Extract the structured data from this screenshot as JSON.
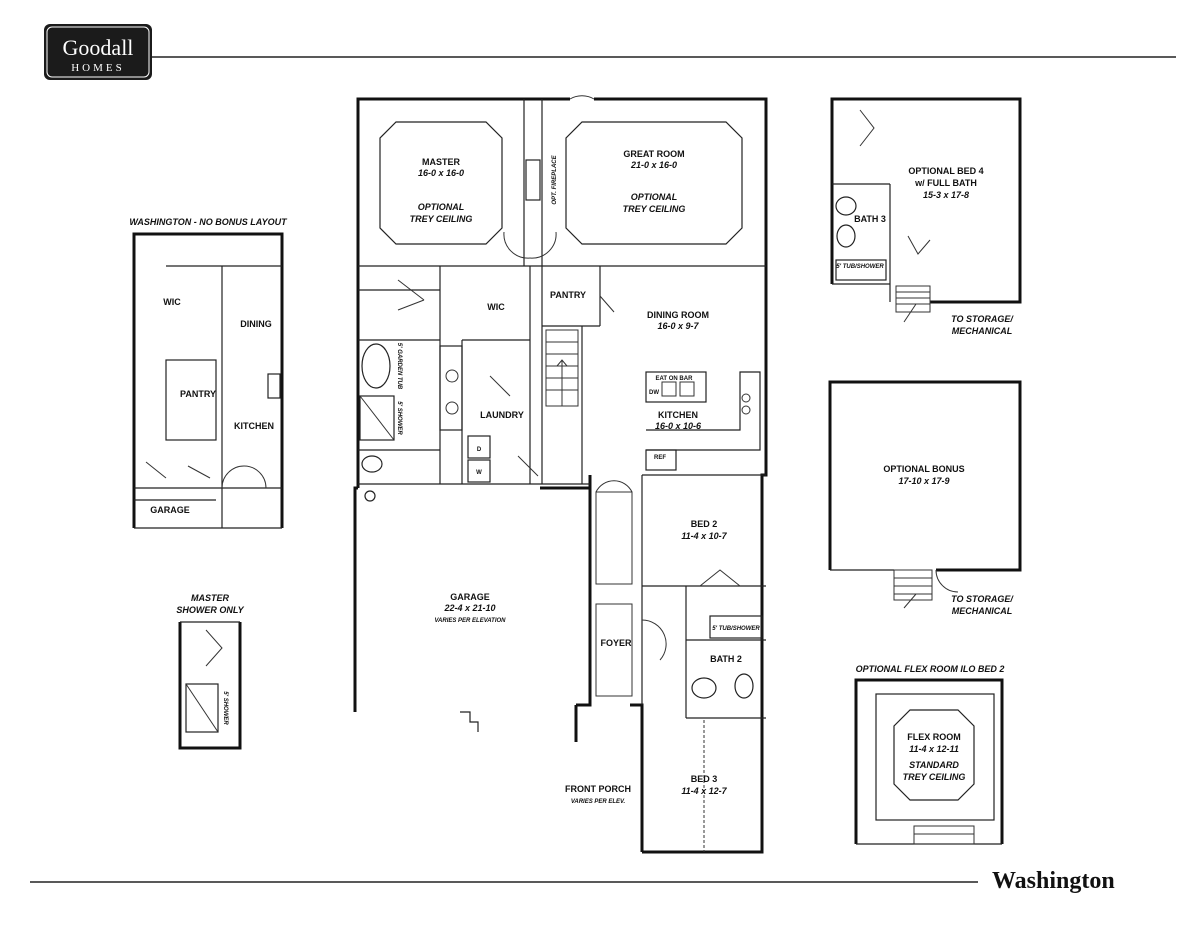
{
  "brand": {
    "name": "Goodall",
    "sub": "HOMES"
  },
  "plan_name": "Washington",
  "main_plan": {
    "master": {
      "name": "MASTER",
      "size": "16-0 x 16-0",
      "note1": "OPTIONAL",
      "note2": "TREY CEILING"
    },
    "great_room": {
      "name": "GREAT ROOM",
      "size": "21-0 x 16-0",
      "note1": "OPTIONAL",
      "note2": "TREY CEILING"
    },
    "fireplace": "OPT. FIREPLACE",
    "wic": "WIC",
    "pantry": "PANTRY",
    "dining": {
      "name": "DINING ROOM",
      "size": "16-0 x 9-7"
    },
    "eat_on_bar": "EAT ON BAR",
    "dw": "DW",
    "kitchen": {
      "name": "KITCHEN",
      "size": "16-0 x 10-6"
    },
    "ref": "REF",
    "laundry": "LAUNDRY",
    "garden_tub": "5' GARDEN TUB",
    "shower": "5' SHOWER",
    "dryer": "D",
    "washer": "W",
    "garage": {
      "name": "GARAGE",
      "size": "22-4 x 21-10",
      "note": "VARIES PER ELEVATION"
    },
    "foyer": "FOYER",
    "bed2": {
      "name": "BED 2",
      "size": "11-4 x 10-7"
    },
    "bath2": "BATH 2",
    "tub_shower": "5' TUB/SHOWER",
    "bed3": {
      "name": "BED 3",
      "size": "11-4 x 12-7"
    },
    "porch": {
      "name": "FRONT PORCH",
      "note": "VARIES PER ELEV."
    }
  },
  "no_bonus": {
    "title": "WASHINGTON - NO BONUS LAYOUT",
    "wic": "WIC",
    "dining": "DINING",
    "pantry": "PANTRY",
    "kitchen": "KITCHEN",
    "garage": "GARAGE"
  },
  "master_shower": {
    "title1": "MASTER",
    "title2": "SHOWER ONLY",
    "shower": "5' SHOWER"
  },
  "bed4": {
    "name": "OPTIONAL BED 4",
    "sub": "w/ FULL BATH",
    "size": "15-3 x 17-8",
    "bath": "BATH 3",
    "tub": "5' TUB/SHOWER",
    "storage1": "TO STORAGE/",
    "storage2": "MECHANICAL"
  },
  "bonus": {
    "name": "OPTIONAL BONUS",
    "size": "17-10 x 17-9",
    "storage1": "TO STORAGE/",
    "storage2": "MECHANICAL"
  },
  "flex": {
    "title": "OPTIONAL FLEX ROOM ILO BED 2",
    "name": "FLEX ROOM",
    "size": "11-4 x 12-11",
    "note1": "STANDARD",
    "note2": "TREY CEILING"
  }
}
